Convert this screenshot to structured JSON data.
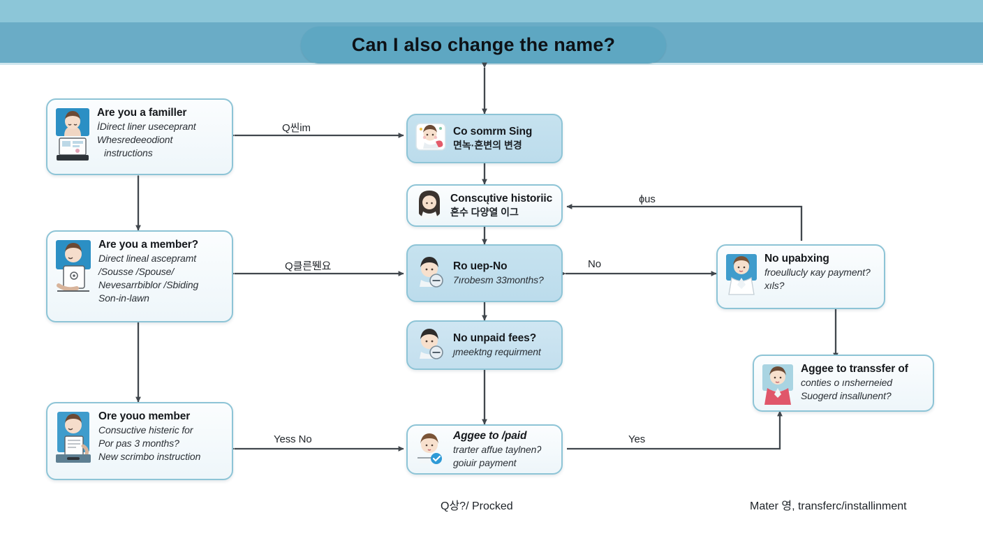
{
  "header": {
    "title": "Can I also change the name?",
    "pill_color": "#5ea7c2",
    "band_top_color": "#8cc6d8",
    "band_mid_color": "#6aacc6"
  },
  "nodes": {
    "left_top": {
      "id": "are-you-a-familler",
      "heading": "Are you a familler",
      "lines": [
        "İDirect liner useceprant",
        "Whesredeeodiont",
        "instructions"
      ]
    },
    "left_mid": {
      "id": "are-you-a-member",
      "heading": "Are you a member?",
      "lines": [
        "Direct lineal ascepramt",
        "/Sousse /Spouse/",
        "Nevesarrbiblor /Sbiding",
        "Son-in-lawn"
      ]
    },
    "left_bottom": {
      "id": "ore-youo-member",
      "heading": "Ore youo member",
      "lines": [
        "Consuctive histeric for",
        "Por pas 3 months?",
        "New scrimbo instruction"
      ]
    },
    "center_1": {
      "id": "co-somrm-sing",
      "heading": "Co somrm Sing",
      "lines": [
        "면녹·혼변의 변경"
      ]
    },
    "center_2": {
      "id": "consecutive-historic",
      "heading": "Conscųtive historiic",
      "lines": [
        "혼수 다양열 이그"
      ]
    },
    "center_3": {
      "id": "ro-uep-no",
      "heading": "Ro uep-No",
      "lines": [
        "7ırobesm 33months?"
      ]
    },
    "center_4": {
      "id": "no-unpaid-fees",
      "heading": "No unpaid fees?",
      "lines": [
        "ȷmeektng requirment"
      ]
    },
    "center_5": {
      "id": "agee-to-paid-transfer",
      "heading": "Agɡee to /paid",
      "lines": [
        "trarter affue taylnenʔ",
        "ɡoiuir payment"
      ]
    },
    "right_top": {
      "id": "no-upabxing",
      "heading": "No upabxing",
      "lines": [
        "froeullucly ĸay payment?",
        "xıls?"
      ]
    },
    "right_bottom": {
      "id": "agee-to-transsfer",
      "heading": "Aggee to transsfer of",
      "lines": [
        "conties o ınsherneied",
        "Suoɡerd insallunent?"
      ]
    }
  },
  "edge_labels": {
    "top_left": "Q씬im",
    "mid_left": "Q클른뛘요",
    "bottom_left": "Yess No",
    "right_upper": "ɸus",
    "right_no": "No",
    "right_yes": "Yes"
  },
  "captions": {
    "center": "Q상?/ Procked",
    "right": "Mater 영, transferc/installinment"
  }
}
